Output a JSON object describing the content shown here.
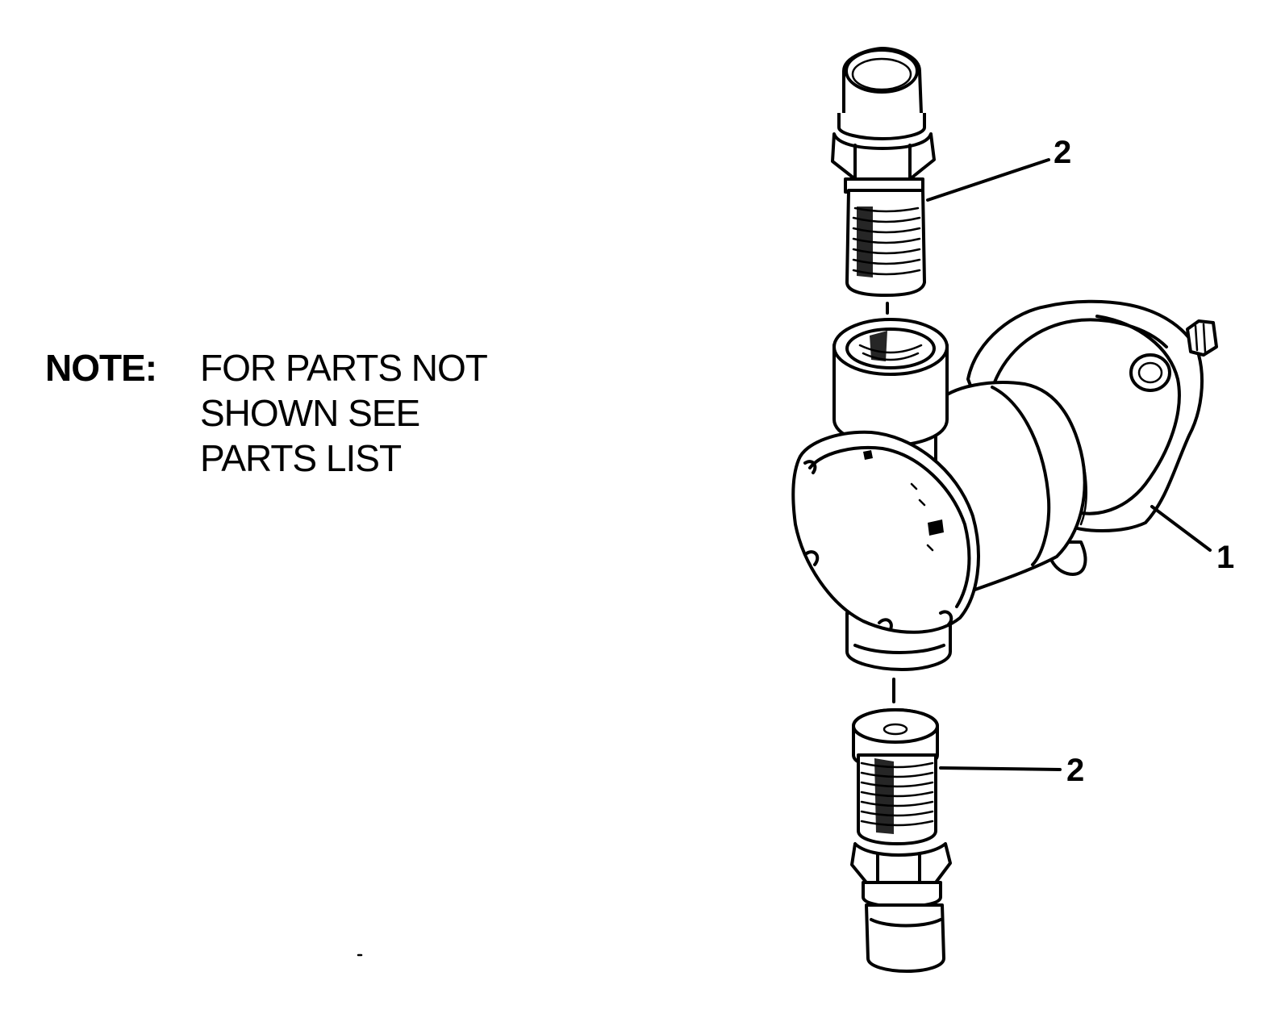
{
  "note": {
    "label": "NOTE:",
    "lines": [
      "FOR PARTS NOT",
      "SHOWN SEE",
      "PARTS LIST"
    ]
  },
  "callouts": {
    "top_fitting": "2",
    "pump": "1",
    "bottom_fitting": "2"
  }
}
